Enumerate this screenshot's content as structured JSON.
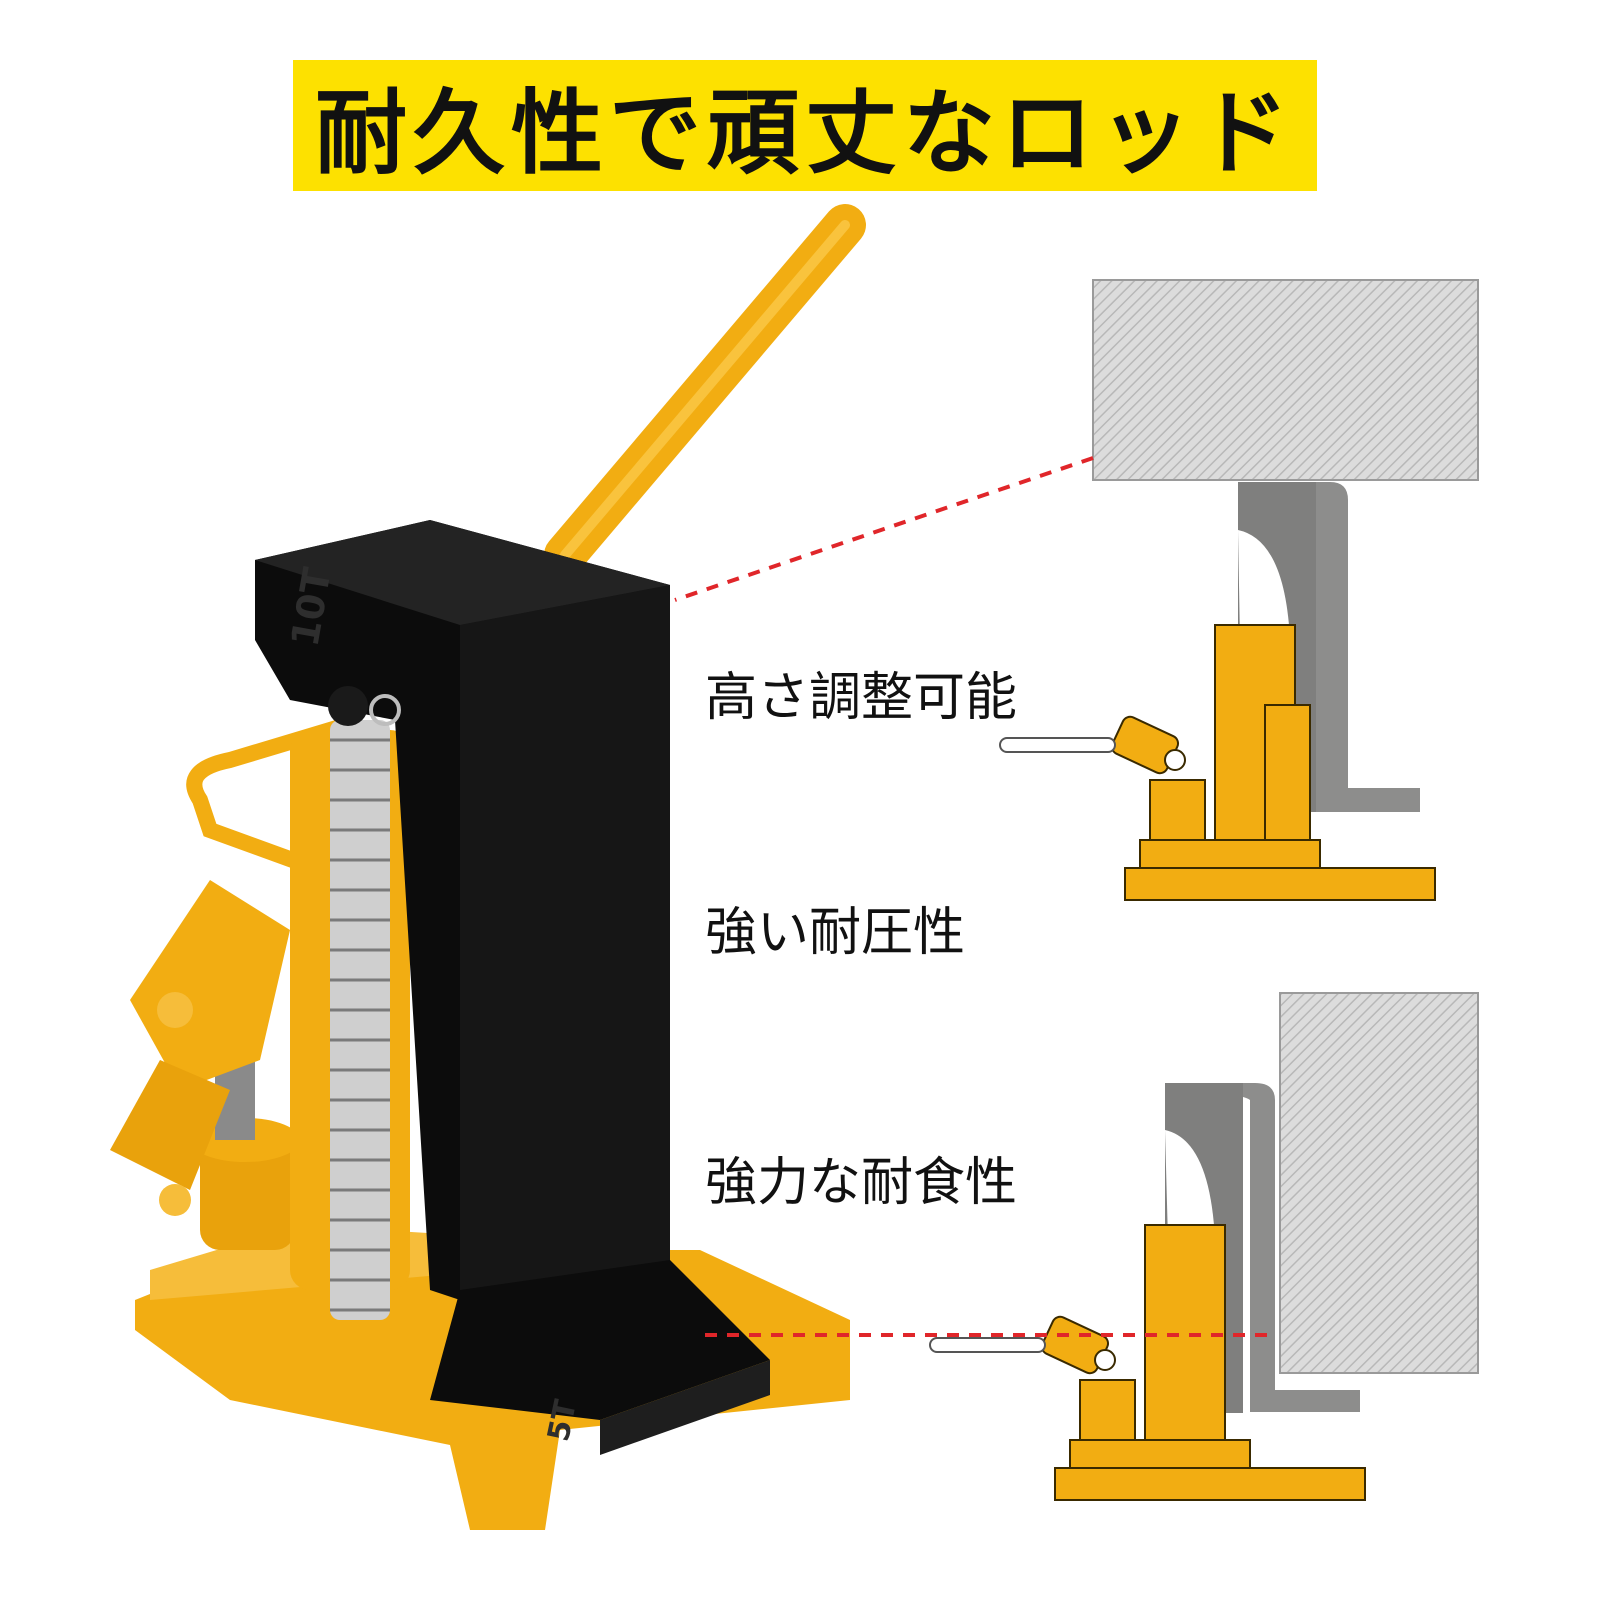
{
  "banner": {
    "title": "耐久性で頑丈なロッド"
  },
  "features": [
    {
      "label": "高さ調整可能"
    },
    {
      "label": "強い耐圧性"
    },
    {
      "label": "強力な耐食性"
    }
  ],
  "product": {
    "capacity_mark_top": "10T",
    "capacity_mark_toe": "5T"
  },
  "colors": {
    "banner": "#fde100",
    "jack_yellow": "#f2ad12",
    "jack_black": "#0c0c0c",
    "guide_line": "#e0262a"
  }
}
